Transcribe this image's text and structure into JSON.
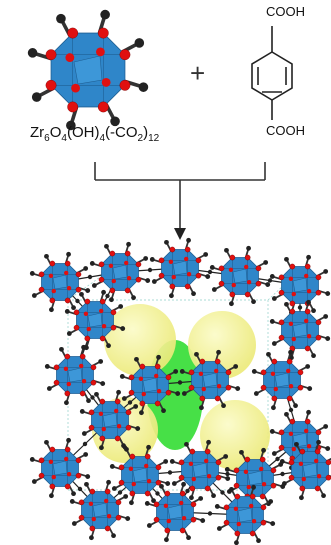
{
  "formula": {
    "base": "Zr",
    "parts": [
      {
        "text": "Zr",
        "sub": "6"
      },
      {
        "text": "O",
        "sub": "4"
      },
      {
        "text": "(OH)",
        "sub": "4"
      },
      {
        "text": "(-CO",
        "sub": "2"
      },
      {
        "text": ")",
        "sub": "12"
      }
    ]
  },
  "linker": {
    "top_group": "COOH",
    "bottom_group": "COOH"
  },
  "operator": "+",
  "colors": {
    "polyhedron": "#2f86c9",
    "polyhedron_dark": "#1f5f94",
    "oxygen": "#e01010",
    "carbon": "#222222",
    "pore_yellow": "#f2f08a",
    "pore_green": "#33dd33",
    "arrow": "#333333"
  }
}
